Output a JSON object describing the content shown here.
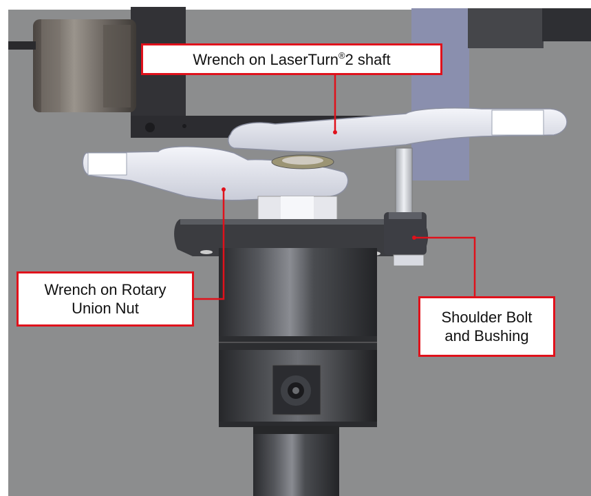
{
  "callouts": {
    "laserturn": {
      "prefix": "Wrench on LaserTurn",
      "sup": "®",
      "suffix": "2 shaft"
    },
    "rotary_union": {
      "line1": "Wrench on Rotary",
      "line2": "Union Nut"
    },
    "shoulder_bolt": {
      "line1": "Shoulder Bolt",
      "line2": "and Bushing"
    }
  },
  "colors": {
    "background": "#8c8d8e",
    "callout_border": "#e0111b",
    "leader_line": "#e0111b",
    "wrench": "#e4e6ee",
    "body": "#3a3b3e"
  }
}
